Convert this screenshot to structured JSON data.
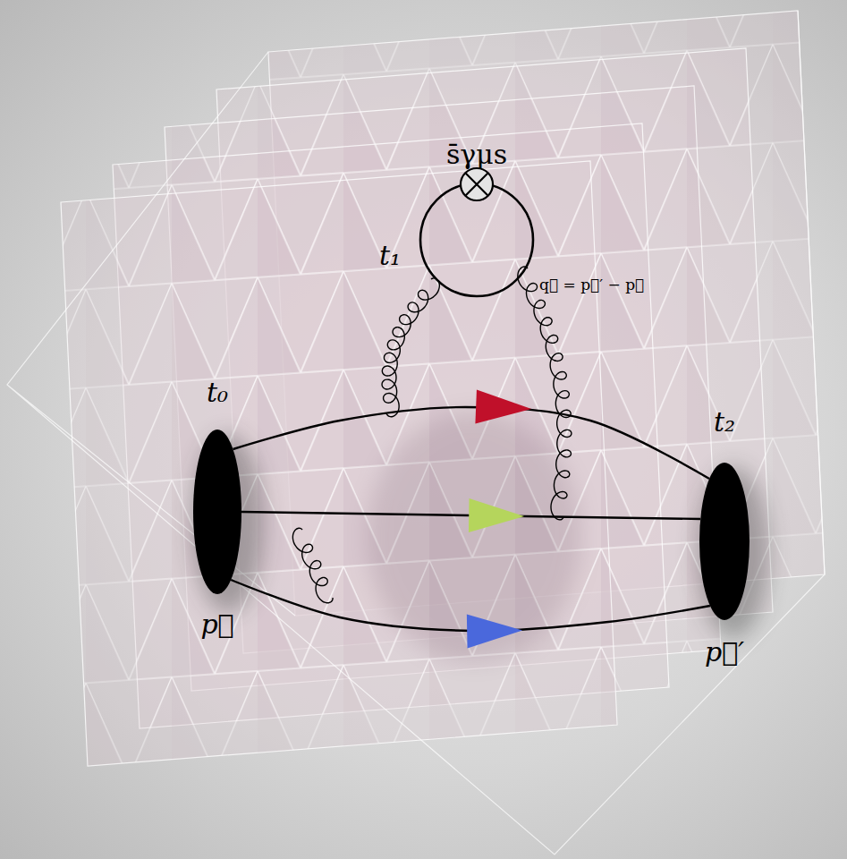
{
  "diagram": {
    "nodes": [
      {
        "text": [
          "t₀",
          "p⃗"
        ]
      },
      {
        "text": [
          "t₂",
          "p⃗′"
        ]
      }
    ],
    "edges": [
      {
        "from": 0,
        "to": 1,
        "arrow": "to"
      },
      {
        "from": 0,
        "to": 1,
        "arrow": "to"
      },
      {
        "from": 0,
        "to": 1,
        "arrow": "to"
      }
    ],
    "labels": [
      "s̄γμs",
      "t₁",
      "q⃗ = p⃗′ − p⃗"
    ]
  }
}
